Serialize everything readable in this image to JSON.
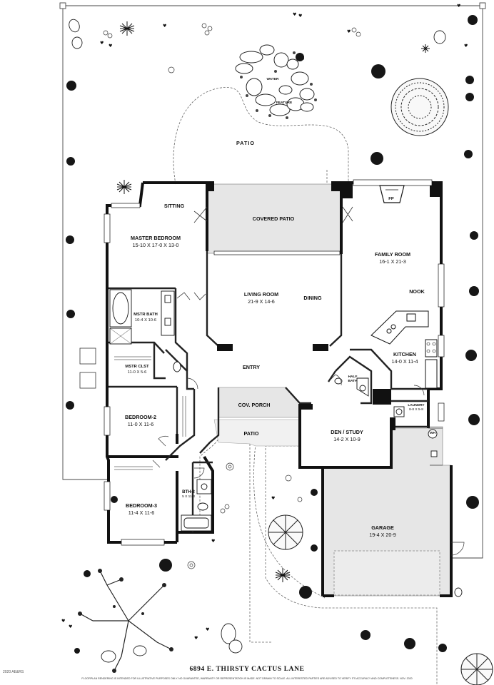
{
  "property": {
    "address": "6894 E. THIRSTY CACTUS LANE",
    "disclaimer": "FLOORPLAN RENDERING IS INTENDED FOR ILLUSTRATIVE PURPOSES ONLY. NO GUARANTEE, WARRANTY OR REPRESENTATION IS MADE. NOT DRAWN TO SCALE. ALL INTERESTED PARTIES ARE ADVISED TO VERIFY ITS ACCURACY AND COMPLETENESS. NOV. 2020",
    "copyright": "2020 AE&RS"
  },
  "rooms": {
    "master_bedroom": {
      "name": "MASTER BEDROOM",
      "dims": "15-10 X 17-0 X 13-0"
    },
    "sitting": {
      "name": "SITTING"
    },
    "covered_patio": {
      "name": "COVERED PATIO"
    },
    "family_room": {
      "name": "FAMILY ROOM",
      "dims": "16-1  X  21-3"
    },
    "fireplace": {
      "name": "FP"
    },
    "nook": {
      "name": "NOOK"
    },
    "living_room": {
      "name": "LIVING ROOM",
      "dims": "21-9  X  14-6"
    },
    "dining": {
      "name": "DINING"
    },
    "master_bath": {
      "name": "MSTR BATH",
      "dims": "10-4 X 10-6"
    },
    "master_closet": {
      "name": "MSTR  CLST",
      "dims": "11-0  X  5-6"
    },
    "kitchen": {
      "name": "KITCHEN",
      "dims": "14-0 X 11-4"
    },
    "entry": {
      "name": "ENTRY"
    },
    "half_bath": {
      "name": "HALF BATH"
    },
    "laundry": {
      "name": "LAUNDRY",
      "dims": "8-8 X 5-8"
    },
    "wh": {
      "name": "WH"
    },
    "cov_porch": {
      "name": "COV. PORCH"
    },
    "bedroom_2": {
      "name": "BEDROOM-2",
      "dims": "11-0  X  11-6"
    },
    "patio_front": {
      "name": "PATIO"
    },
    "den_study": {
      "name": "DEN / STUDY",
      "dims": "14-2  X  10-9"
    },
    "bedroom_3": {
      "name": "BEDROOM-3",
      "dims": "11-4  X  11-6"
    },
    "bath_2": {
      "name": "BTH-2",
      "dims": "5 X 11-3"
    },
    "garage": {
      "name": "GARAGE",
      "dims": "19-4  X  20-9"
    },
    "patio_rear": {
      "name": "PATIO"
    }
  },
  "landscape": {
    "water_feature_line1": "WATER",
    "water_feature_line2": "FEATURE"
  }
}
